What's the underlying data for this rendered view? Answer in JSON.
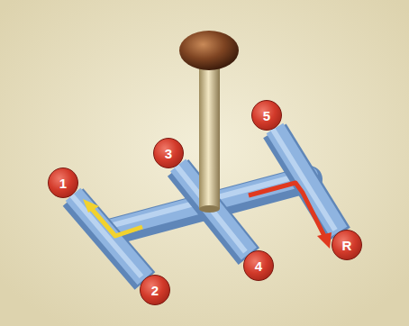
{
  "diagram": {
    "nodes": [
      {
        "text": [
          "1"
        ]
      },
      {
        "text": [
          "2"
        ]
      },
      {
        "text": [
          "3"
        ]
      },
      {
        "text": [
          "4"
        ]
      },
      {
        "text": [
          "5"
        ]
      },
      {
        "text": [
          "R"
        ]
      }
    ],
    "edges": [
      {
        "from": 0,
        "to": 1,
        "arrow": "none"
      },
      {
        "from": 2,
        "to": 3,
        "arrow": "none"
      },
      {
        "from": 4,
        "to": 5,
        "arrow": "none"
      }
    ]
  }
}
